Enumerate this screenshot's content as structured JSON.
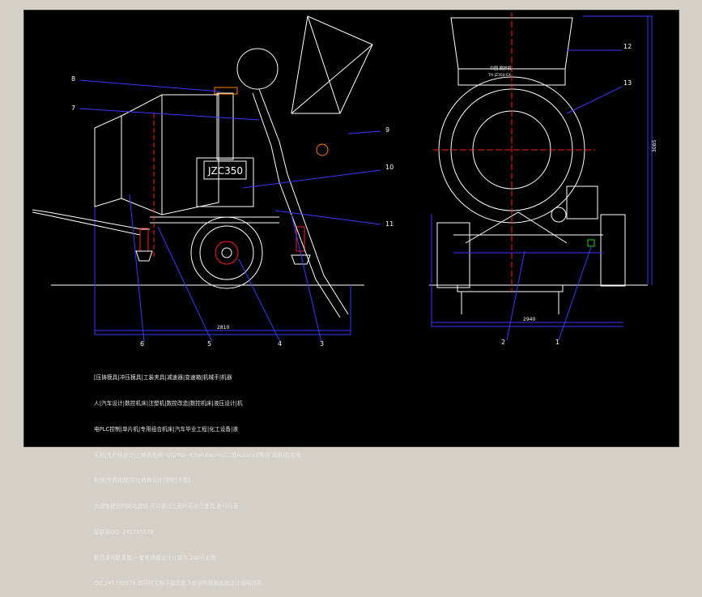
{
  "drawing": {
    "model_plate": "JZC350",
    "nameplate_lines": [
      "中国 搅拌机",
      "TH  JZ350-EX"
    ],
    "callouts": [
      "1",
      "2",
      "3",
      "4",
      "5",
      "6",
      "7",
      "8",
      "9",
      "10",
      "11",
      "12",
      "13"
    ],
    "dimensions": {
      "side_width": "2810",
      "front_width": "2940",
      "front_height": "3085"
    },
    "notes": [
      "[压铸模具|冲压模具|工装夹具|减速器|变速箱|机械手|机器",
      "人|汽车设计|数控机床|注塑机|数控改造|数控机床|液压设计|机",
      "电PLC控制|单片机|专用组合机床|汽车毕业工程|化工设备|液",
      "压机|生产线设计|三维造型类--UG/Pro--E/solidworks/二维Autocad等|矿用机械|农用",
      "机械|专用机械|平台转移设计|带轮|下载]",
      "为避免被别的网站盗链,可以通过上面的表进行查找,也可以直",
      "接联系QQ: 245795578",
      "题目请先联系我,一套有详细设计计算书,246元右图",
      "QQ:245795578,也可在文档下载页面下查询所需图纸和设计说明内容"
    ]
  },
  "colors": {
    "background": "#000000",
    "outline": "#ffffff",
    "dimension": "#3a3aff",
    "centerline": "#ff2020",
    "highlight": "#ff8000",
    "accent_green": "#20d020",
    "accent_yellow": "#ffff40"
  }
}
